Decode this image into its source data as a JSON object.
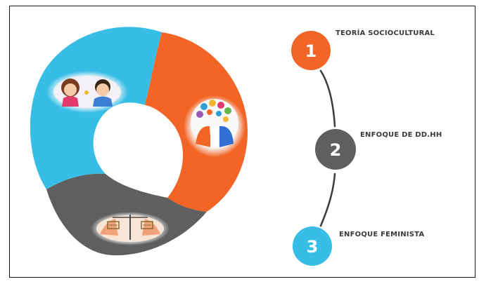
{
  "colors": {
    "blue": "#38bde6",
    "orange": "#f26527",
    "gray": "#5f5f5f",
    "connector": "#3c3c3c",
    "label": "#3a3a3a"
  },
  "ring_segments": [
    {
      "name": "sociocultural",
      "color": "#38bde6",
      "image": "children-talking-illustration"
    },
    {
      "name": "derechos-humanos",
      "color": "#f26527",
      "image": "diverse-heads-illustration"
    },
    {
      "name": "feminista",
      "color": "#5f5f5f",
      "image": "balance-scale-illustration"
    }
  ],
  "steps": [
    {
      "number": "1",
      "label": "TEORÍA SOCIOCULTURAL",
      "color": "#f26527"
    },
    {
      "number": "2",
      "label": "ENFOQUE DE DD.HH",
      "color": "#5f5f5f"
    },
    {
      "number": "3",
      "label": "ENFOQUE FEMINISTA",
      "color": "#38bde6"
    }
  ]
}
